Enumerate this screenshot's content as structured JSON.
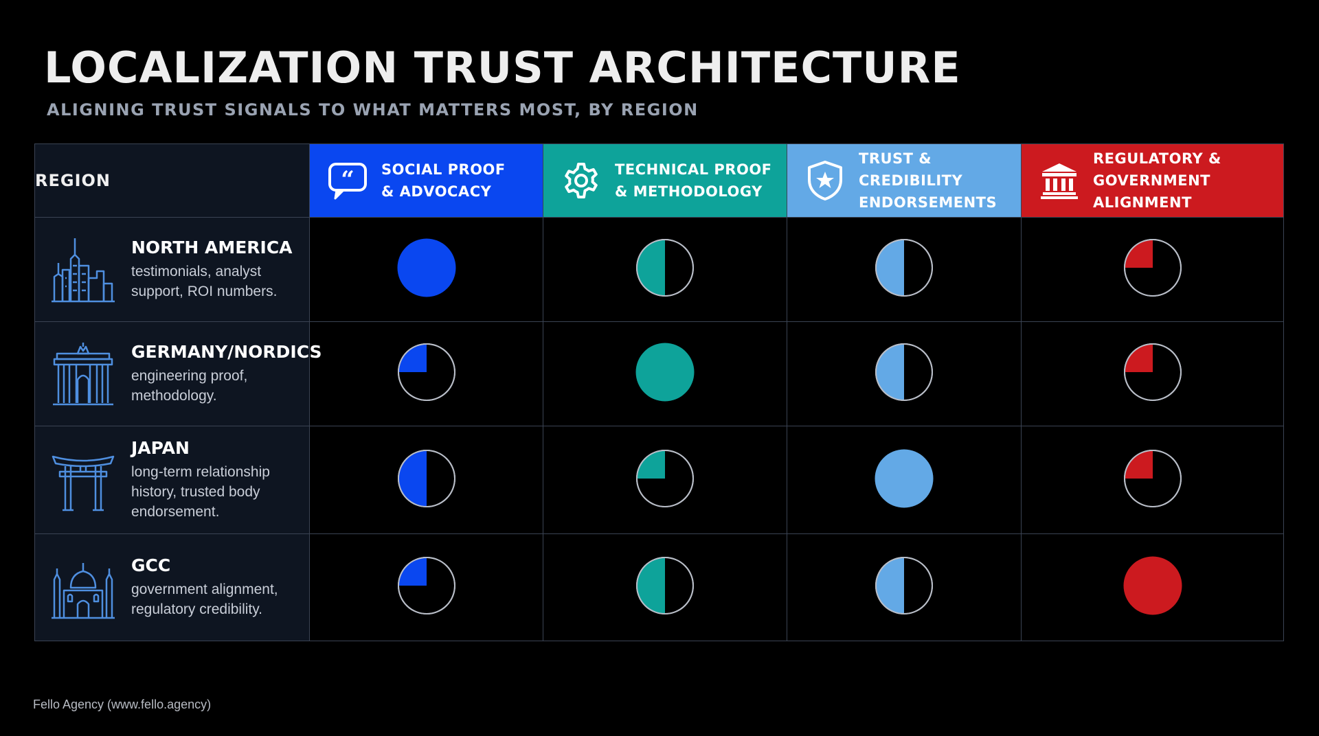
{
  "title": "LOCALIZATION TRUST ARCHITECTURE",
  "subtitle": "ALIGNING TRUST SIGNALS TO WHAT MATTERS MOST, BY REGION",
  "footer": "Fello Agency (www.fello.agency)",
  "chart_data": {
    "type": "table",
    "corner_label": "REGION",
    "columns": [
      {
        "label": "SOCIAL PROOF\n& ADVOCACY",
        "icon": "quote-bubble-icon",
        "color": "#0a47f0"
      },
      {
        "label": "TECHNICAL PROOF\n& METHODOLOGY",
        "icon": "gear-icon",
        "color": "#0ea39a"
      },
      {
        "label": "TRUST & CREDIBILITY\nENDORSEMENTS",
        "icon": "shield-star-icon",
        "color": "#63a9e6"
      },
      {
        "label": "REGULATORY &\nGOVERNMENT ALIGNMENT",
        "icon": "government-building-icon",
        "color": "#cc1a1f"
      }
    ],
    "rows": [
      {
        "region": "NORTH AMERICA",
        "description": "testimonials, analyst\nsupport, ROI numbers.",
        "icon": "skyscraper-skyline-icon",
        "values": [
          1.0,
          0.5,
          0.5,
          0.25
        ]
      },
      {
        "region": "GERMANY/NORDICS",
        "description": "engineering proof,\nmethodology.",
        "icon": "brandenburg-gate-icon",
        "values": [
          0.25,
          1.0,
          0.5,
          0.25
        ]
      },
      {
        "region": "JAPAN",
        "description": "long-term relationship\nhistory, trusted body\nendorsement.",
        "icon": "torii-gate-icon",
        "values": [
          0.5,
          0.25,
          1.0,
          0.25
        ]
      },
      {
        "region": "GCC",
        "description": "government alignment,\nregulatory credibility.",
        "icon": "mosque-icon",
        "values": [
          0.25,
          0.5,
          0.5,
          1.0
        ]
      }
    ]
  }
}
